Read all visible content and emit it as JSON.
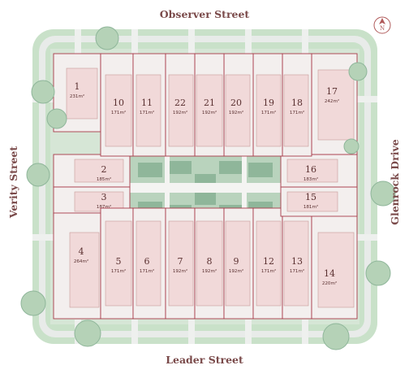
{
  "streets": {
    "north": "Observer Street",
    "south": "Leader Street",
    "west": "Verity Street",
    "east": "Glenrock Drive"
  },
  "north_arrow": {
    "label": "N",
    "icon": "north-arrow-icon"
  },
  "colors": {
    "lot_fill": "#f1d9d9",
    "lot_border": "#a83a4a",
    "green": "#c8e0c8",
    "dark_green": "#8fb69a",
    "footpath": "#e9ecea",
    "text": "#5a3030"
  },
  "lots": [
    {
      "number": "1",
      "area": "231m²"
    },
    {
      "number": "2",
      "area": "185m²"
    },
    {
      "number": "3",
      "area": "187m²"
    },
    {
      "number": "4",
      "area": "264m²"
    },
    {
      "number": "5",
      "area": "171m²"
    },
    {
      "number": "6",
      "area": "171m²"
    },
    {
      "number": "7",
      "area": "192m²"
    },
    {
      "number": "8",
      "area": "192m²"
    },
    {
      "number": "9",
      "area": "192m²"
    },
    {
      "number": "10",
      "area": "171m²"
    },
    {
      "number": "11",
      "area": "171m²"
    },
    {
      "number": "12",
      "area": "171m²"
    },
    {
      "number": "13",
      "area": "171m²"
    },
    {
      "number": "14",
      "area": "220m²"
    },
    {
      "number": "15",
      "area": "181m²"
    },
    {
      "number": "16",
      "area": "183m²"
    },
    {
      "number": "17",
      "area": "242m²"
    },
    {
      "number": "18",
      "area": "171m²"
    },
    {
      "number": "19",
      "area": "171m²"
    },
    {
      "number": "20",
      "area": "192m²"
    },
    {
      "number": "21",
      "area": "192m²"
    },
    {
      "number": "22",
      "area": "192m²"
    }
  ]
}
